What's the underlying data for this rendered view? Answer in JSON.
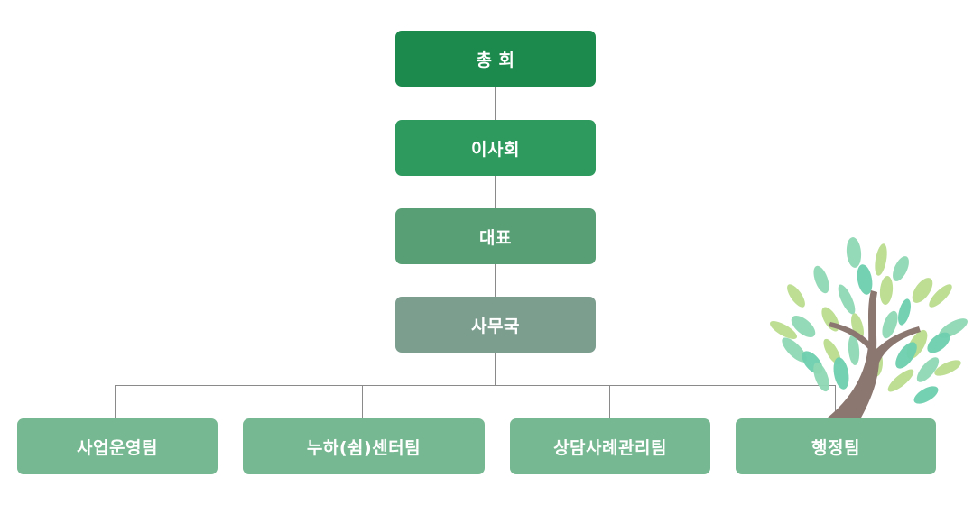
{
  "colors": {
    "level1": "#1c8a4c",
    "level2": "#2f9a5e",
    "level3": "#589f75",
    "level4": "#7c9e8f",
    "team": "#76b891",
    "connector": "#8a8a8a",
    "trunk": "#8b7670",
    "leaf_light": "#b9dc8d",
    "leaf_mint": "#8fd8b4",
    "leaf_teal": "#6dcfae"
  },
  "hierarchy": [
    {
      "label": "총 회"
    },
    {
      "label": "이사회"
    },
    {
      "label": "대표"
    },
    {
      "label": "사무국"
    }
  ],
  "teams": [
    {
      "label": "사업운영팀"
    },
    {
      "label": "누하(쉼)센터팀"
    },
    {
      "label": "상담사례관리팀"
    },
    {
      "label": "행정팀"
    }
  ],
  "decoration": {
    "icon": "tree-icon"
  }
}
